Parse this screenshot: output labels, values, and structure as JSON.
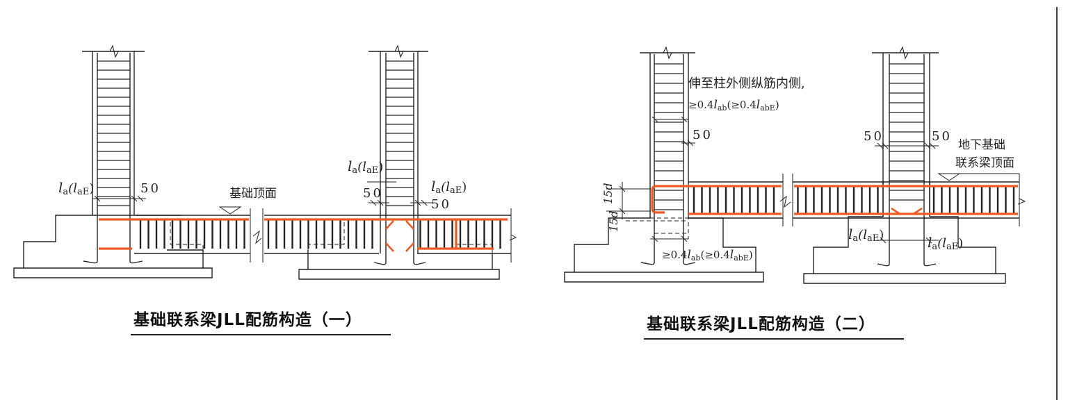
{
  "colors": {
    "line": "#222222",
    "rebar": "#ee5a24",
    "background": "#ffffff"
  },
  "left": {
    "caption": "基础联系梁JLL配筋构造（一）",
    "foundation_top_label": "基础顶面",
    "dim_la_left": {
      "main": "l",
      "sub1": "a",
      "paren": "(l",
      "sub2": "aE",
      "close": ")"
    },
    "dim_50_left": "50",
    "dim_la_mid_top": {
      "main": "l",
      "sub1": "a",
      "paren": "(l",
      "sub2": "aE",
      "close": ")"
    },
    "dim_50_mid_top": "50",
    "dim_la_mid_right": {
      "main": "l",
      "sub1": "a",
      "paren": "(l",
      "sub2": "aE",
      "close": ")"
    },
    "dim_50_mid_right": "50"
  },
  "right": {
    "caption": "基础联系梁JLL配筋构造（二）",
    "note_line1": "伸至柱外侧纵筋内侧,",
    "note_line2": {
      "a": "≥0.4",
      "l1": "l",
      "s1": "ab",
      "b": "(≥0.4",
      "l2": "l",
      "s2": "abE",
      "c": ")"
    },
    "dim_50_a": "50",
    "dim_50_b": "50",
    "dim_50_c": "50",
    "beam_top_label_1": "地下基础",
    "beam_top_label_2": "联系梁顶面",
    "dim_15d_top": "15d",
    "dim_15d_bottom": "15d",
    "bottom_note": {
      "a": "≥0.4",
      "l1": "l",
      "s1": "ab",
      "b": "(≥0.4",
      "l2": "l",
      "s2": "abE",
      "c": ")"
    },
    "dim_la_a": {
      "main": "l",
      "sub1": "a",
      "paren": "(l",
      "sub2": "aE",
      "close": ")"
    },
    "dim_la_b": {
      "main": "l",
      "sub1": "a",
      "paren": "(l",
      "sub2": "aE",
      "close": ")"
    }
  }
}
